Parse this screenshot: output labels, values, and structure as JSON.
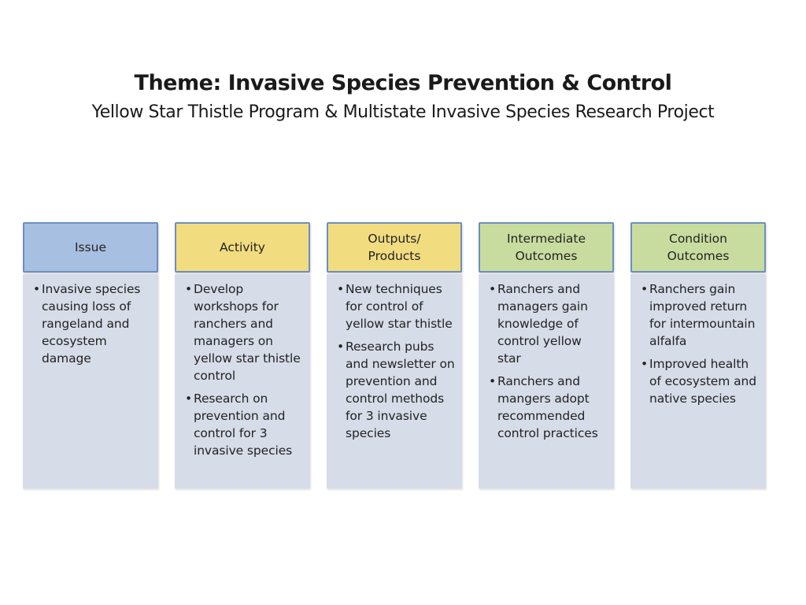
{
  "title": "Theme: Invasive Species Prevention & Control",
  "subtitle": "Yellow Star Thistle Program &  Multistate Invasive Species Research Project",
  "columns": [
    {
      "header": [
        "Issue"
      ],
      "color": "#a7bfe0",
      "bullets": [
        "Invasive species causing loss of rangeland and ecosystem damage"
      ]
    },
    {
      "header": [
        "Activity"
      ],
      "color": "#f2dc80",
      "bullets": [
        "Develop workshops for ranchers and managers on yellow star thistle control",
        "Research on prevention and control for 3 invasive species"
      ]
    },
    {
      "header": [
        "Outputs/",
        "Products"
      ],
      "color": "#f2dc80",
      "bullets": [
        "New techniques for control of yellow star thistle",
        "Research pubs and newsletter on prevention and control methods for 3 invasive species"
      ]
    },
    {
      "header": [
        "Intermediate",
        "Outcomes"
      ],
      "color": "#c9dca0",
      "bullets": [
        "Ranchers and managers gain knowledge of control yellow star",
        "Ranchers and mangers adopt recommended control practices"
      ]
    },
    {
      "header": [
        "Condition",
        "Outcomes"
      ],
      "color": "#c9dca0",
      "bullets": [
        "Ranchers gain improved return for intermountain alfalfa",
        "Improved health of ecosystem and native species"
      ]
    }
  ]
}
